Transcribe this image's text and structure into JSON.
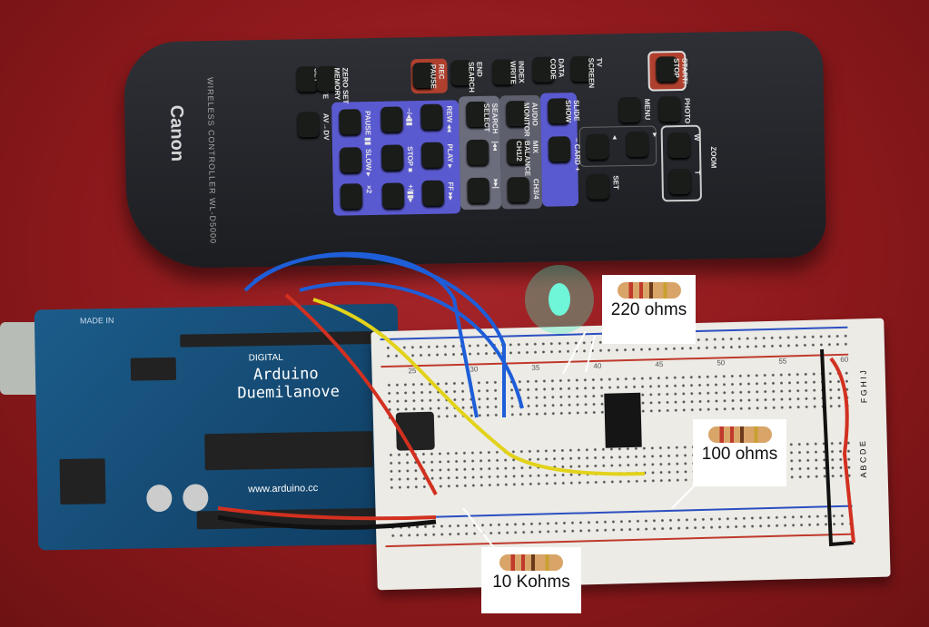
{
  "remote": {
    "brand": "Canon",
    "model": "WIRELESS CONTROLLER WL-D5000",
    "buttons": [
      "REMOTE SET",
      "AV→DV",
      "ZERO SET MEMORY",
      "REC PAUSE",
      "END SEARCH",
      "INDEX WRITE",
      "DATA CODE",
      "TV SCREEN",
      "START/ STOP",
      "PAUSE ▮▮",
      "SLOW ▸",
      "×2",
      "–/◂▮▮",
      "STOP ■",
      "+/▮▮▸",
      "REW ◂◂",
      "PLAY ▸",
      "FF ▸▸",
      "SEARCH SELECT",
      "|◂◂",
      "▸▸|",
      "AUDIO MONITOR",
      "MIX BALANCE CH1/2",
      "CH3/4",
      "SLIDE SHOW",
      "– CARD +",
      "MENU",
      "PHOTO",
      "◂",
      "▸",
      "SET",
      "ZOOM",
      "W",
      "T"
    ]
  },
  "arduino": {
    "name": "Arduino",
    "model": "Duemilanove",
    "url": "www.arduino.cc",
    "digital": "DIGITAL",
    "made_in": "MADE IN"
  },
  "labels": {
    "r220": "220 ohms",
    "r100": "100 ohms",
    "r10k": "10 Kohms"
  },
  "breadboard": {
    "cols": [
      "25",
      "30",
      "35",
      "40",
      "45",
      "50",
      "55",
      "60"
    ],
    "rows_top": "F G H I J",
    "rows_bottom": "A B C D E"
  }
}
